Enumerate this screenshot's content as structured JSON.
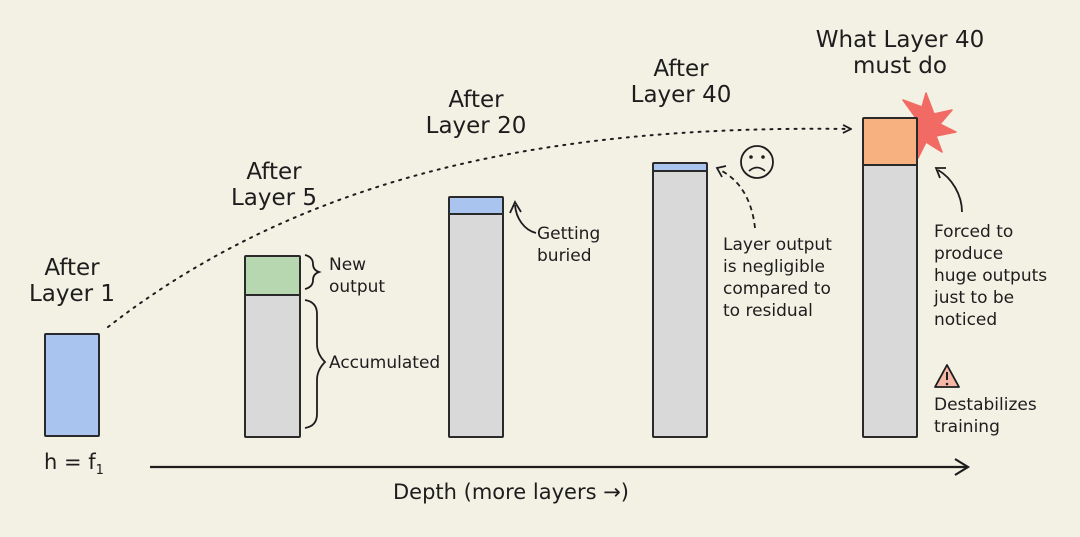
{
  "columns": [
    {
      "title": "After\nLayer 1",
      "formula_base": "h = f",
      "formula_sub": "1"
    },
    {
      "title": "After\nLayer 5",
      "new_label": "New\noutput",
      "accum_label": "Accumulated"
    },
    {
      "title": "After\nLayer 20",
      "note": "Getting\nburied"
    },
    {
      "title": "After\nLayer 40",
      "note": "Layer output\nis negligible\ncompared to\nto residual",
      "face": "☹"
    },
    {
      "title": "What Layer 40\nmust do",
      "note": "Forced to\nproduce\nhuge outputs\njust to be\nnoticed",
      "warning": "Destabilizes\ntraining"
    }
  ],
  "x_axis_label": "Depth (more layers →)",
  "colors": {
    "background": "#f3f0e4",
    "residual": "#d9d9d9",
    "blue_output": "#a9c4ef",
    "green_output": "#b7d7b0",
    "orange_output": "#f7b07f",
    "burst": "#f26a64",
    "outline": "#2a2a2a"
  }
}
